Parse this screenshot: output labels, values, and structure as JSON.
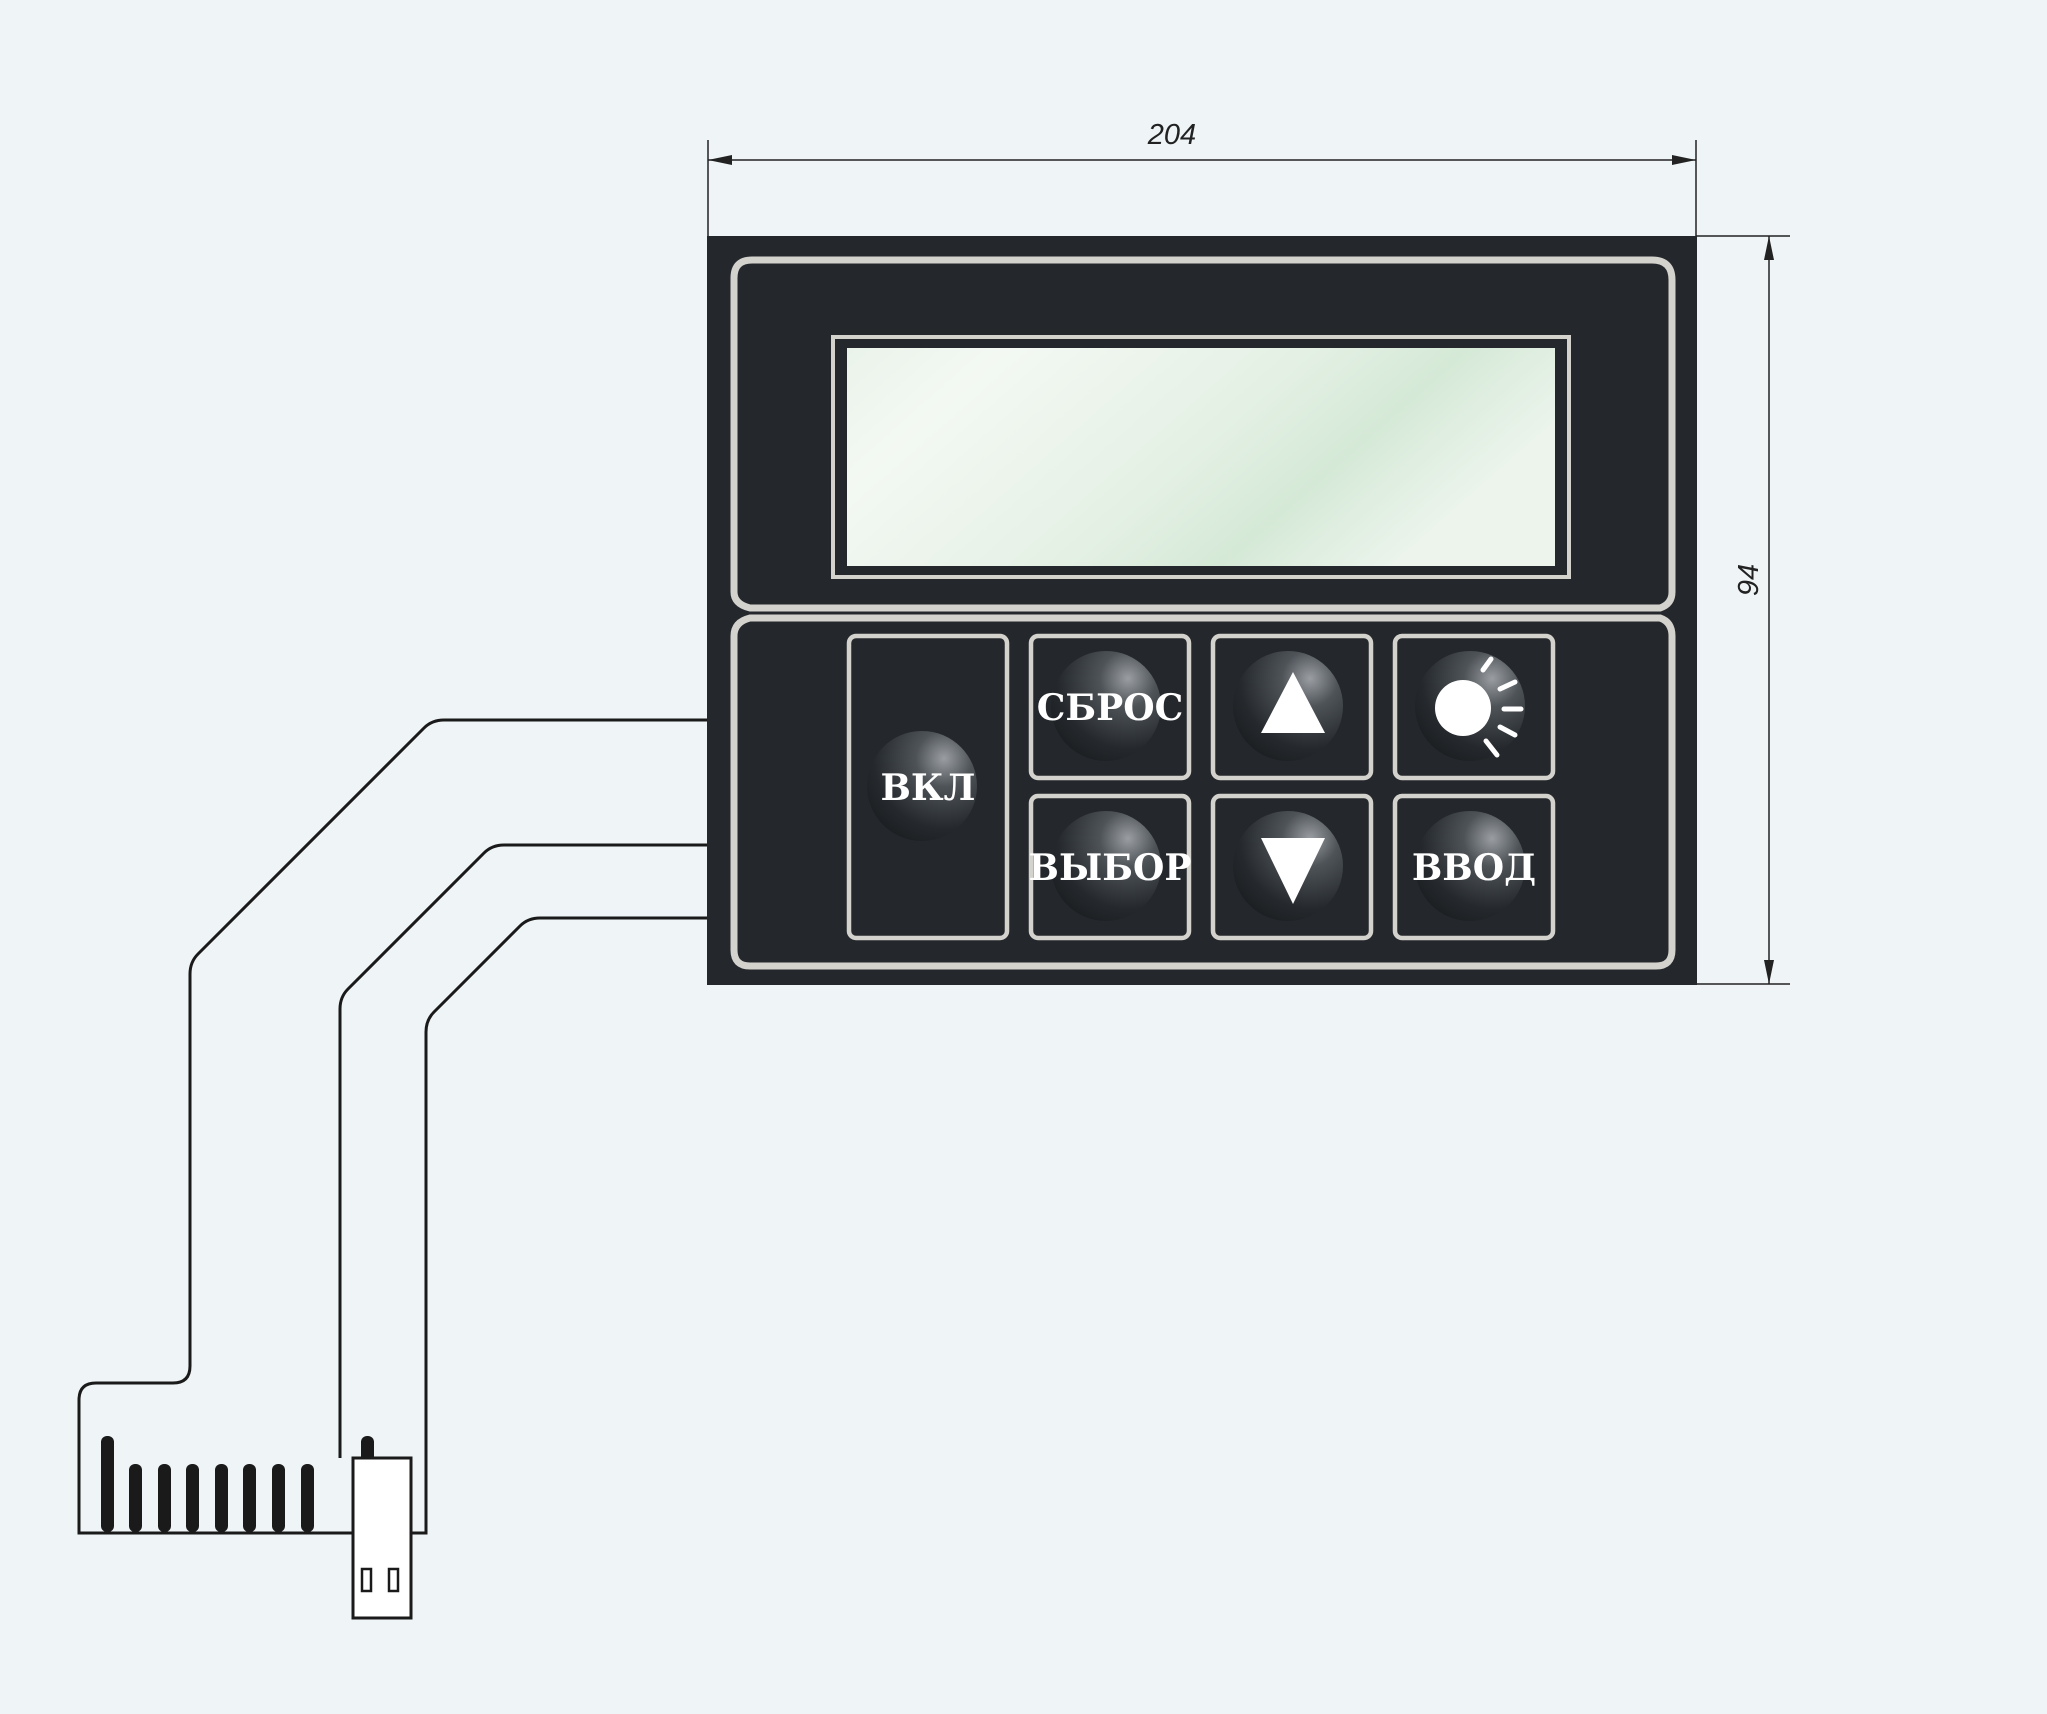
{
  "dimensions": {
    "width_label": "204",
    "height_label": "94"
  },
  "keypad": {
    "keys": [
      {
        "id": "on",
        "label": "ВКЛ"
      },
      {
        "id": "reset",
        "label": "СБРОС"
      },
      {
        "id": "up",
        "icon": "arrow-up-icon"
      },
      {
        "id": "brightness",
        "icon": "brightness-icon"
      },
      {
        "id": "select",
        "label": "ВЫБОР"
      },
      {
        "id": "down",
        "icon": "arrow-down-icon"
      },
      {
        "id": "enter",
        "label": "ВВОД"
      }
    ]
  },
  "colors": {
    "panel": "#24282c",
    "outline": "#d4d2cc",
    "lcd_light": "#f1f7f1",
    "lcd_green": "#d7ead9",
    "background": "#eff4f7",
    "line": "#1a1a1a"
  }
}
